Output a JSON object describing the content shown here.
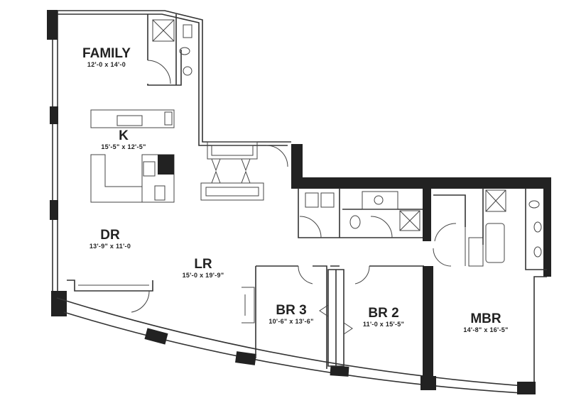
{
  "plan": {
    "rooms": [
      {
        "name": "FAMILY",
        "dims": "12'-0 x 14'-0"
      },
      {
        "name": "K",
        "dims": "15'-5\" x 12'-5\""
      },
      {
        "name": "DR",
        "dims": "13'-9\" x 11'-0"
      },
      {
        "name": "LR",
        "dims": "15'-0 x 19'-9\""
      },
      {
        "name": "BR 3",
        "dims": "10'-6\" x 13'-6\""
      },
      {
        "name": "BR 2",
        "dims": "11'-0 x 15'-5\""
      },
      {
        "name": "MBR",
        "dims": "14'-8\" x 16'-5\""
      }
    ]
  }
}
